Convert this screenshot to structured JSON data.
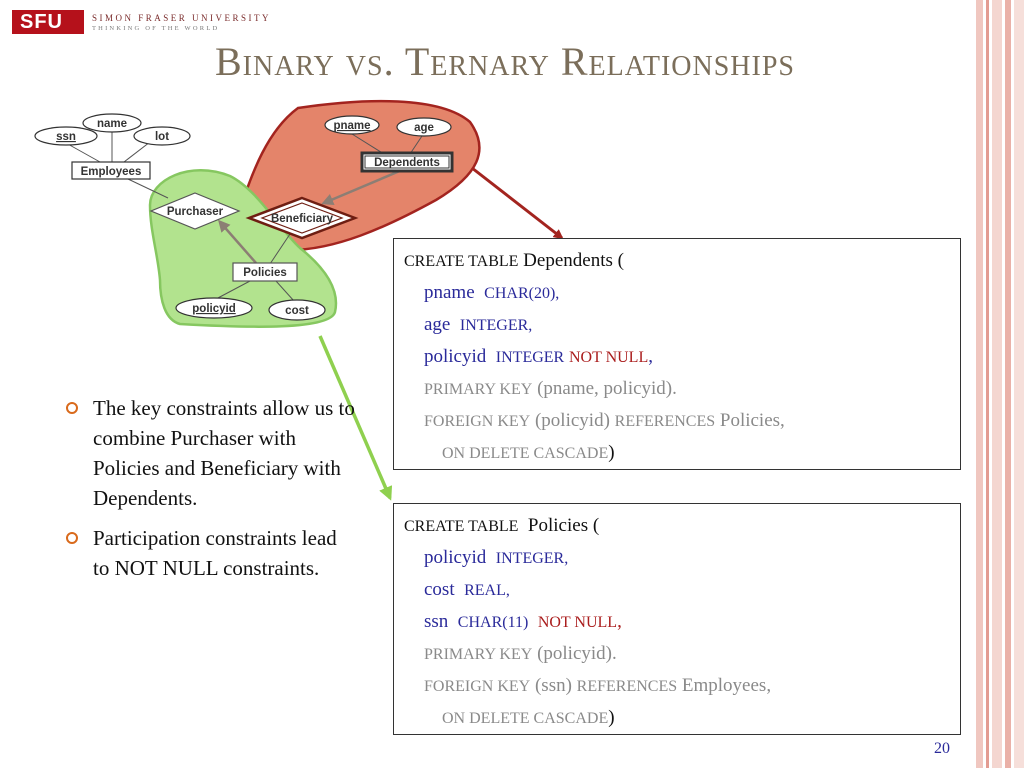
{
  "logo": {
    "mark": "SFU",
    "university": "SIMON FRASER UNIVERSITY",
    "tagline": "THINKING OF THE WORLD"
  },
  "title": "Binary vs. Ternary Relationships",
  "diagram": {
    "attributes": {
      "name": "name",
      "ssn": "ssn",
      "lot": "lot",
      "pname": "pname",
      "age": "age",
      "policyid": "policyid",
      "cost": "cost"
    },
    "entities": {
      "employees": "Employees",
      "dependents": "Dependents",
      "policies": "Policies"
    },
    "relationships": {
      "purchaser": "Purchaser",
      "beneficiary": "Beneficiary"
    },
    "colors": {
      "red_blob": "#e4846a",
      "green_blob": "#b2e38e",
      "red_arrow": "#a3241f",
      "green_arrow": "#8fd04f"
    }
  },
  "sql_dependents": {
    "create": "CREATE TABLE",
    "table_name": "Dependents (",
    "c1_name": "pname",
    "c1_type": "CHAR(20),",
    "c2_name": "age",
    "c2_type": "INTEGER,",
    "c3_name": "policyid",
    "c3_type": "INTEGER",
    "c3_notnull": "NOT NULL",
    "c3_comma": ",",
    "pk_kw": "PRIMARY KEY",
    "pk_cols": "(pname, policyid).",
    "fk_kw": "FOREIGN KEY",
    "fk_col": "(policyid)",
    "ref_kw": "REFERENCES",
    "ref_table": "Policies,",
    "on_delete": "ON DELETE CASCADE",
    "close": ")"
  },
  "sql_policies": {
    "create": "CREATE TABLE",
    "table_name": "Policies (",
    "c1_name": "policyid",
    "c1_type": "INTEGER,",
    "c2_name": "cost",
    "c2_type": "REAL,",
    "c3_name": "ssn",
    "c3_type": "CHAR(11)",
    "c3_notnull": "NOT NULL",
    "c3_comma": ",",
    "pk_kw": "PRIMARY KEY",
    "pk_cols": "(policyid).",
    "fk_kw": "FOREIGN KEY",
    "fk_col": "(ssn)",
    "ref_kw": "REFERENCES",
    "ref_table": "Employees,",
    "on_delete": "ON DELETE CASCADE",
    "close": ")"
  },
  "bullets": [
    "The key constraints allow us to combine Purchaser with Policies and Beneficiary with Dependents.",
    "Participation constraints lead to NOT NULL constraints."
  ],
  "slide_number": "20"
}
